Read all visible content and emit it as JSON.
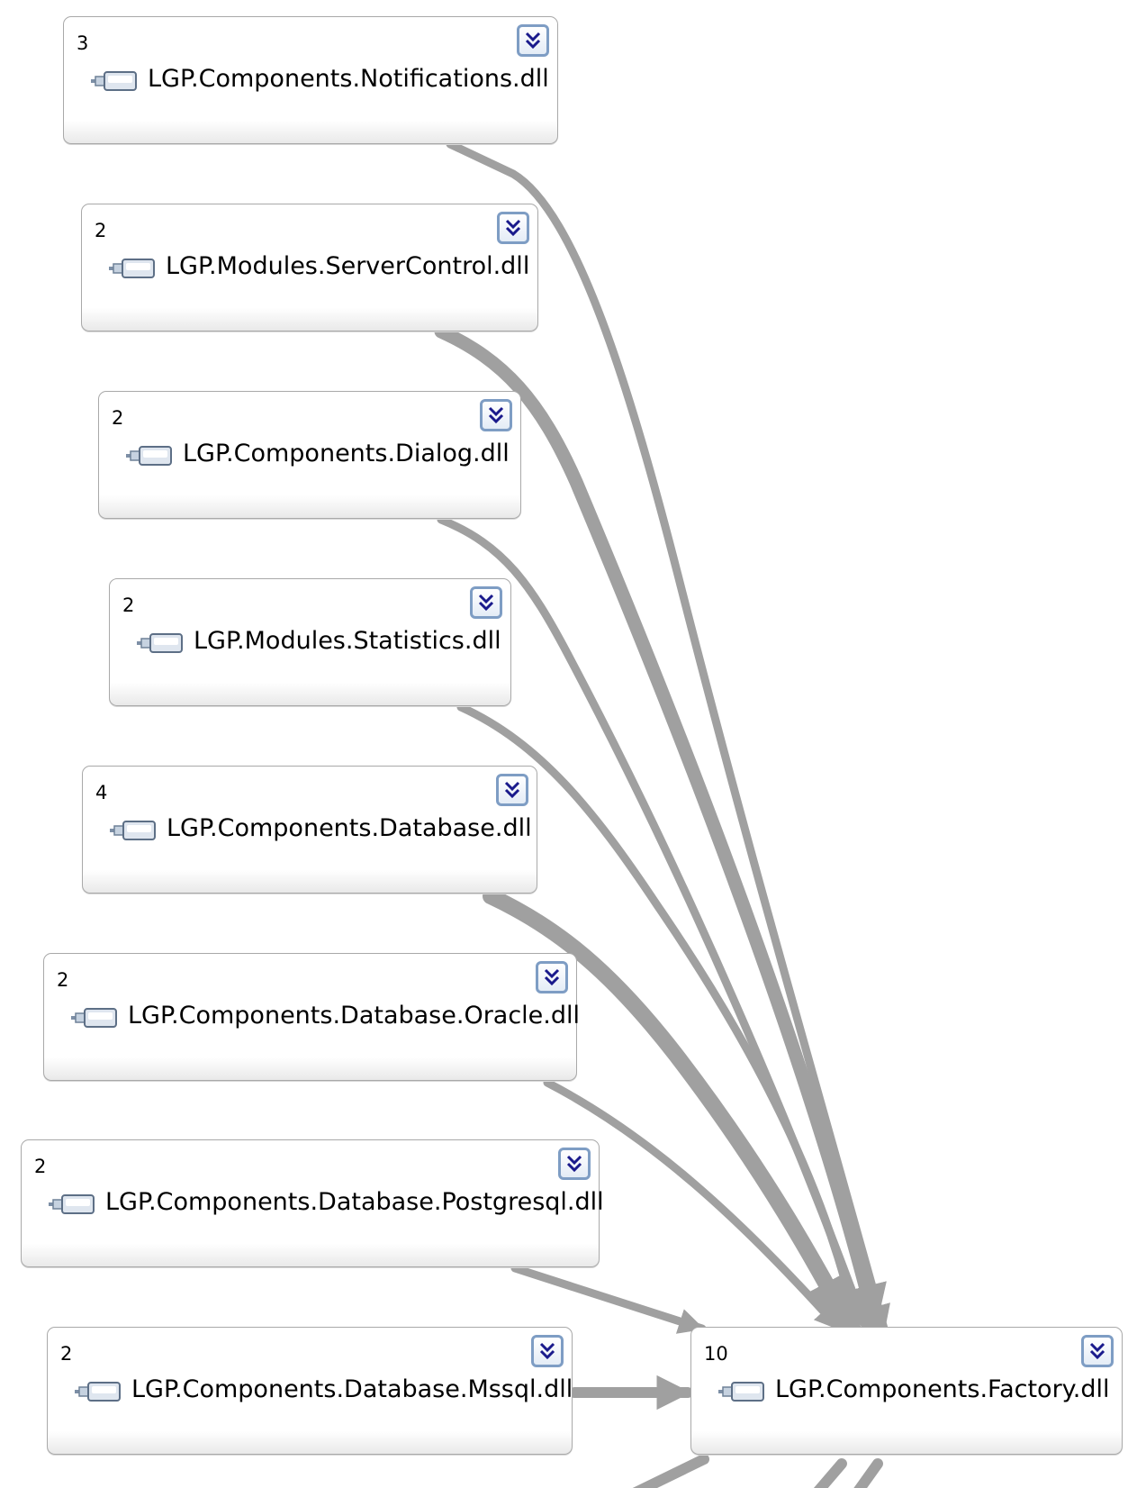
{
  "nodes": [
    {
      "id": "notifications",
      "count": "3",
      "label": "LGP.Components.Notifications.dll",
      "icon": "assembly-icon",
      "expand_icon": "expand-chevron-icon"
    },
    {
      "id": "servercontrol",
      "count": "2",
      "label": "LGP.Modules.ServerControl.dll",
      "icon": "assembly-icon",
      "expand_icon": "expand-chevron-icon"
    },
    {
      "id": "dialog",
      "count": "2",
      "label": "LGP.Components.Dialog.dll",
      "icon": "assembly-icon",
      "expand_icon": "expand-chevron-icon"
    },
    {
      "id": "statistics",
      "count": "2",
      "label": "LGP.Modules.Statistics.dll",
      "icon": "assembly-icon",
      "expand_icon": "expand-chevron-icon"
    },
    {
      "id": "database",
      "count": "4",
      "label": "LGP.Components.Database.dll",
      "icon": "assembly-icon",
      "expand_icon": "expand-chevron-icon"
    },
    {
      "id": "oracle",
      "count": "2",
      "label": "LGP.Components.Database.Oracle.dll",
      "icon": "assembly-icon",
      "expand_icon": "expand-chevron-icon"
    },
    {
      "id": "postgresql",
      "count": "2",
      "label": "LGP.Components.Database.Postgresql.dll",
      "icon": "assembly-icon",
      "expand_icon": "expand-chevron-icon"
    },
    {
      "id": "mssql",
      "count": "2",
      "label": "LGP.Components.Database.Mssql.dll",
      "icon": "assembly-icon",
      "expand_icon": "expand-chevron-icon"
    },
    {
      "id": "factory",
      "count": "10",
      "label": "LGP.Components.Factory.dll",
      "icon": "assembly-icon",
      "expand_icon": "expand-chevron-icon"
    }
  ],
  "edges": [
    {
      "from": "notifications",
      "to": "factory",
      "weight": "thin"
    },
    {
      "from": "servercontrol",
      "to": "factory",
      "weight": "thick"
    },
    {
      "from": "dialog",
      "to": "factory",
      "weight": "thin"
    },
    {
      "from": "statistics",
      "to": "factory",
      "weight": "thin"
    },
    {
      "from": "database",
      "to": "factory",
      "weight": "thick"
    },
    {
      "from": "oracle",
      "to": "factory",
      "weight": "thin"
    },
    {
      "from": "postgresql",
      "to": "factory",
      "weight": "thin"
    },
    {
      "from": "mssql",
      "to": "factory",
      "weight": "thin"
    }
  ],
  "colors": {
    "edge": "#a0a0a0",
    "node_border": "#a9a9a9",
    "expand_border": "#7e9dc4",
    "chevron": "#1a1a8c"
  }
}
